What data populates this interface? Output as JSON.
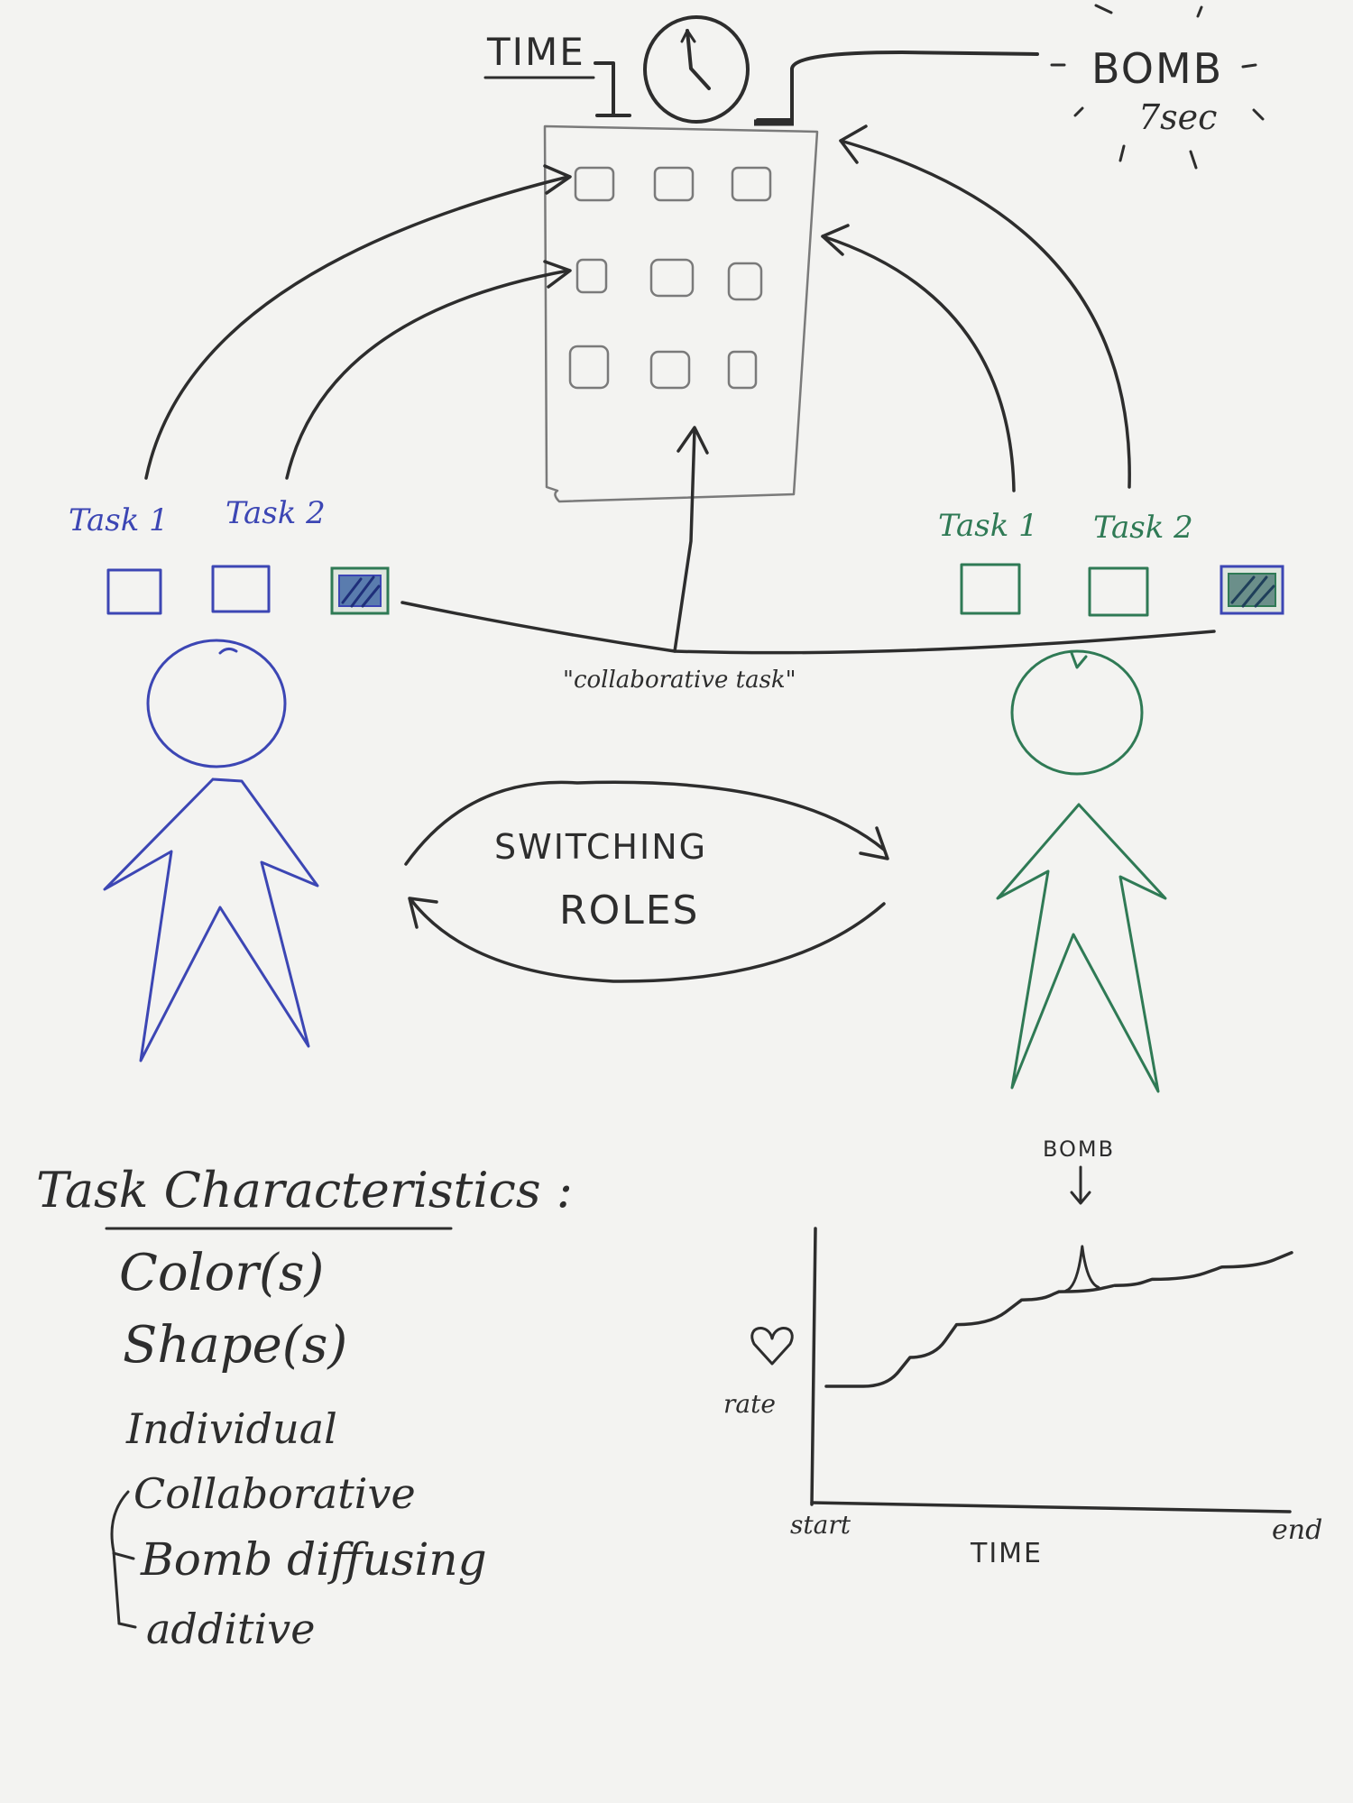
{
  "colors": {
    "paper": "#f3f3f1",
    "black": "#2d2d2d",
    "pencil": "#7a7a7a",
    "blue": "#3c46b4",
    "green": "#2f7a55"
  },
  "top": {
    "time_label": "TIME",
    "bomb_label": "BOMB",
    "bomb_duration": "7sec",
    "clock_icon": "clock-icon",
    "bomb_icon": "bomb-burst-icon"
  },
  "players": {
    "left": {
      "task1": "Task 1",
      "task2": "Task 2"
    },
    "right": {
      "task1": "Task 1",
      "task2": "Task 2"
    }
  },
  "collaborative_label": "\"collaborative task\"",
  "switching": {
    "line1": "SWITCHING",
    "line2": "ROLES"
  },
  "characteristics": {
    "title": "Task Characteristics :",
    "items": [
      "Color(s)",
      "Shape(s)",
      "Individual",
      "Collaborative"
    ],
    "subitems": [
      "Bomb diffusing",
      "additive"
    ]
  },
  "chart_data": {
    "type": "line",
    "title": "",
    "annotation": "BOMB",
    "xlabel": "TIME",
    "ylabel_icon": "heart-icon",
    "ylabel": "rate",
    "x_tick_labels": [
      "start",
      "end"
    ],
    "series": [
      {
        "values": [
          [
            0,
            0.18
          ],
          [
            0.08,
            0.18
          ],
          [
            0.18,
            0.32
          ],
          [
            0.28,
            0.48
          ],
          [
            0.42,
            0.6
          ],
          [
            0.5,
            0.64
          ],
          [
            0.62,
            0.67
          ],
          [
            0.7,
            0.7
          ],
          [
            0.85,
            0.76
          ],
          [
            1,
            0.83
          ]
        ]
      }
    ],
    "spike": {
      "x": 0.55,
      "peak": 0.86
    }
  }
}
